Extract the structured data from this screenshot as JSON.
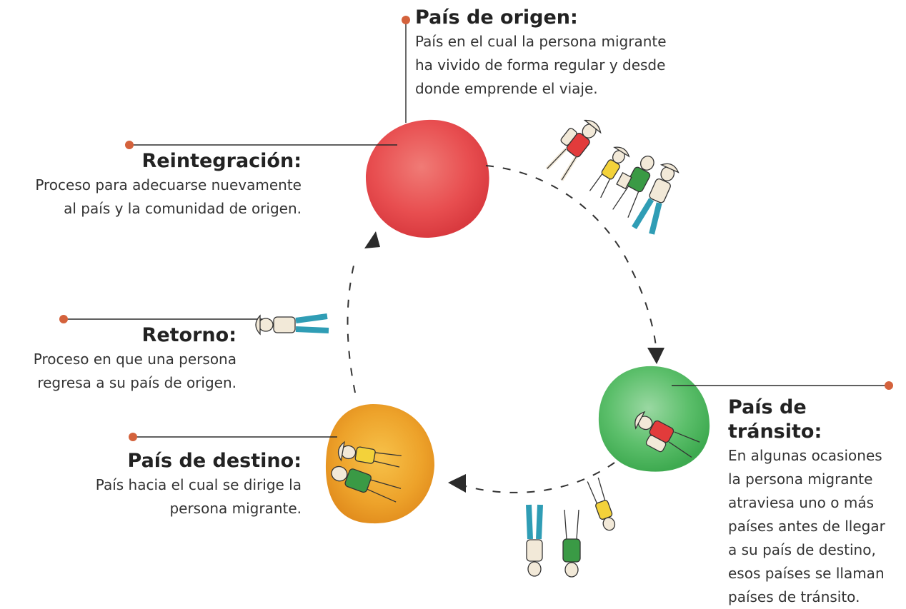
{
  "stages": {
    "origen": {
      "title": "País de origen:",
      "lines": [
        "País en el cual la persona migrante",
        "ha vivido de forma regular y desde",
        "donde emprende el viaje."
      ],
      "color": "#e84e50"
    },
    "reintegracion": {
      "title": "Reintegración:",
      "lines": [
        "Proceso para adecuarse nuevamente",
        "al país y la comunidad de origen."
      ]
    },
    "retorno": {
      "title": "Retorno:",
      "lines": [
        "Proceso en que una persona",
        "regresa a su país de origen."
      ]
    },
    "destino": {
      "title": "País de destino:",
      "lines": [
        "País hacia el cual se dirige la",
        "persona migrante."
      ],
      "color": "#eda22a"
    },
    "transito": {
      "title": "País de tránsito:",
      "lines": [
        "En algunas ocasiones",
        "la persona migrante",
        "atraviesa uno o más",
        "países antes de llegar",
        "a su país de destino,",
        "esos países se llaman",
        "países de tránsito."
      ],
      "color": "#5cbf6b"
    }
  },
  "colors": {
    "dot": "#d4623c",
    "line": "#2b2b2b",
    "dash": "#333333",
    "skin": "#f2e9d8",
    "red_shirt": "#e23b3b",
    "yellow_shirt": "#f3d23a",
    "green_shirt": "#3a9a45",
    "teal_pants": "#2f9db5"
  },
  "icons": [
    "migrants-walking-icon",
    "migrants-transit-icon",
    "migrants-destination-icon",
    "returning-person-icon",
    "migrant-lying-icon"
  ]
}
